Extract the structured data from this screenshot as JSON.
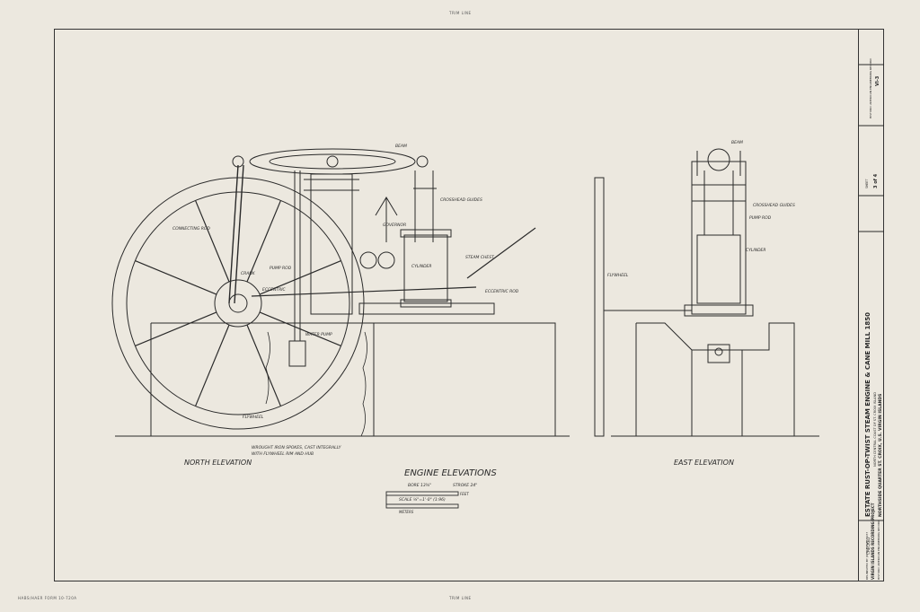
{
  "margin_labels": {
    "top": "TRIM LINE",
    "bottom": "TRIM LINE",
    "bottom_left": "HABS/HAER FORM 10-720A"
  },
  "views": {
    "north": {
      "title": "NORTH ELEVATION",
      "callouts": [
        "BEAM",
        "CROSSHEAD GUIDES",
        "CONNECTING ROD",
        "GOVERNOR",
        "STEAM CHEST",
        "CYLINDER",
        "PUMP ROD",
        "CRANK",
        "ECCENTRIC",
        "ECCENTRIC ROD",
        "WATER PUMP",
        "FLYWHEEL"
      ],
      "note": [
        "WROUGHT IRON SPOKES, CAST INTEGRALLY",
        "WITH FLYWHEEL RIM AND HUB"
      ]
    },
    "east": {
      "title": "EAST ELEVATION",
      "callouts": [
        "BEAM",
        "CROSSHEAD GUIDES",
        "PUMP ROD",
        "CYLINDER",
        "FLYWHEEL"
      ]
    }
  },
  "engine": {
    "title": "ENGINE ELEVATIONS",
    "bore": "BORE 13⅝\"",
    "stroke": "STROKE 24\"",
    "scale_text": "SCALE  ⅛\"=1'-0\"  (1:96)",
    "units": [
      "FEET",
      "METERS"
    ]
  },
  "title_block": {
    "main_title": "ESTATE RUST-OP-TWIST STEAM ENGINE & CANE MILL  1850",
    "location_line1": "NORTH CENTRAL COAST OF ST. CROIX ISLAND",
    "location_line2": "NORTHSIDE QUARTER         ST. CROIX, U.S. VIRGIN ISLANDS",
    "delineator": "DELINEATED BY: JOHN DOWD, 1977",
    "project": "VIRGIN ISLANDS RECORDING PROJECT",
    "project_sub": "HISTORIC AMERICAN ENGINEERING RECORD",
    "status": "CHECKED",
    "agency": "HISTORIC AMERICAN ENGINEERING RECORD",
    "survey_number": "VI-3",
    "sheet_label": "SHEET",
    "sheet_number": "3 of 4"
  },
  "colors": {
    "paper": "#ece8df",
    "ink": "#2a2a2a"
  }
}
